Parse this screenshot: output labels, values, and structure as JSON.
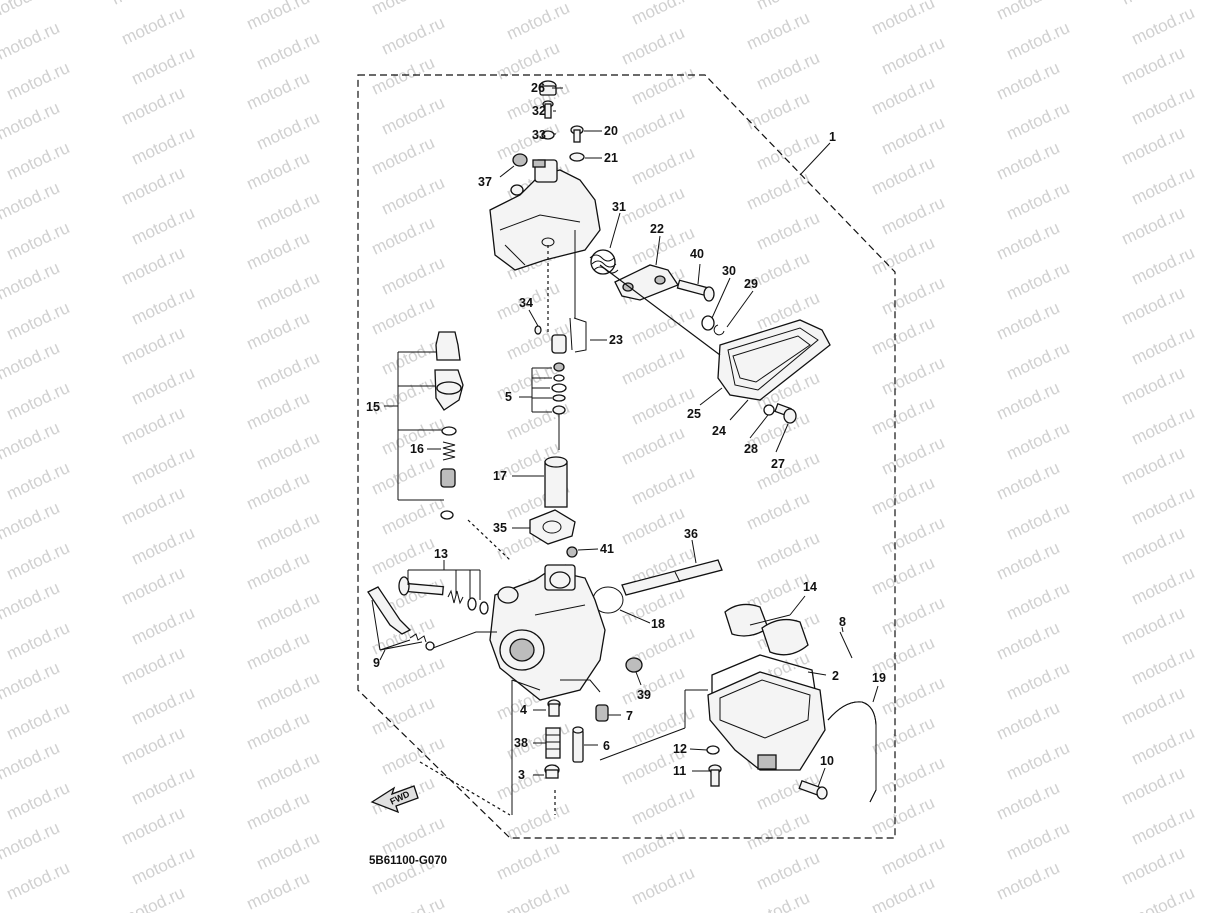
{
  "diagram": {
    "watermark": "motod.ru",
    "drawing_code": "5B61100-G070",
    "fwd_label": "FWD",
    "callouts": [
      {
        "id": "1",
        "label": "1"
      },
      {
        "id": "2",
        "label": "2"
      },
      {
        "id": "3",
        "label": "3"
      },
      {
        "id": "4",
        "label": "4"
      },
      {
        "id": "5",
        "label": "5"
      },
      {
        "id": "6",
        "label": "6"
      },
      {
        "id": "7",
        "label": "7"
      },
      {
        "id": "8",
        "label": "8"
      },
      {
        "id": "9",
        "label": "9"
      },
      {
        "id": "10",
        "label": "10"
      },
      {
        "id": "11",
        "label": "11"
      },
      {
        "id": "12",
        "label": "12"
      },
      {
        "id": "13",
        "label": "13"
      },
      {
        "id": "14",
        "label": "14"
      },
      {
        "id": "15",
        "label": "15"
      },
      {
        "id": "16",
        "label": "16"
      },
      {
        "id": "17",
        "label": "17"
      },
      {
        "id": "18",
        "label": "18"
      },
      {
        "id": "19",
        "label": "19"
      },
      {
        "id": "20",
        "label": "20"
      },
      {
        "id": "21",
        "label": "21"
      },
      {
        "id": "22",
        "label": "22"
      },
      {
        "id": "23",
        "label": "23"
      },
      {
        "id": "24",
        "label": "24"
      },
      {
        "id": "25",
        "label": "25"
      },
      {
        "id": "26",
        "label": "26"
      },
      {
        "id": "27",
        "label": "27"
      },
      {
        "id": "28",
        "label": "28"
      },
      {
        "id": "29",
        "label": "29"
      },
      {
        "id": "30",
        "label": "30"
      },
      {
        "id": "31",
        "label": "31"
      },
      {
        "id": "32",
        "label": "32"
      },
      {
        "id": "33",
        "label": "33"
      },
      {
        "id": "34",
        "label": "34"
      },
      {
        "id": "35",
        "label": "35"
      },
      {
        "id": "36",
        "label": "36"
      },
      {
        "id": "37",
        "label": "37"
      },
      {
        "id": "38",
        "label": "38"
      },
      {
        "id": "39",
        "label": "39"
      },
      {
        "id": "40",
        "label": "40"
      },
      {
        "id": "41",
        "label": "41"
      }
    ]
  }
}
